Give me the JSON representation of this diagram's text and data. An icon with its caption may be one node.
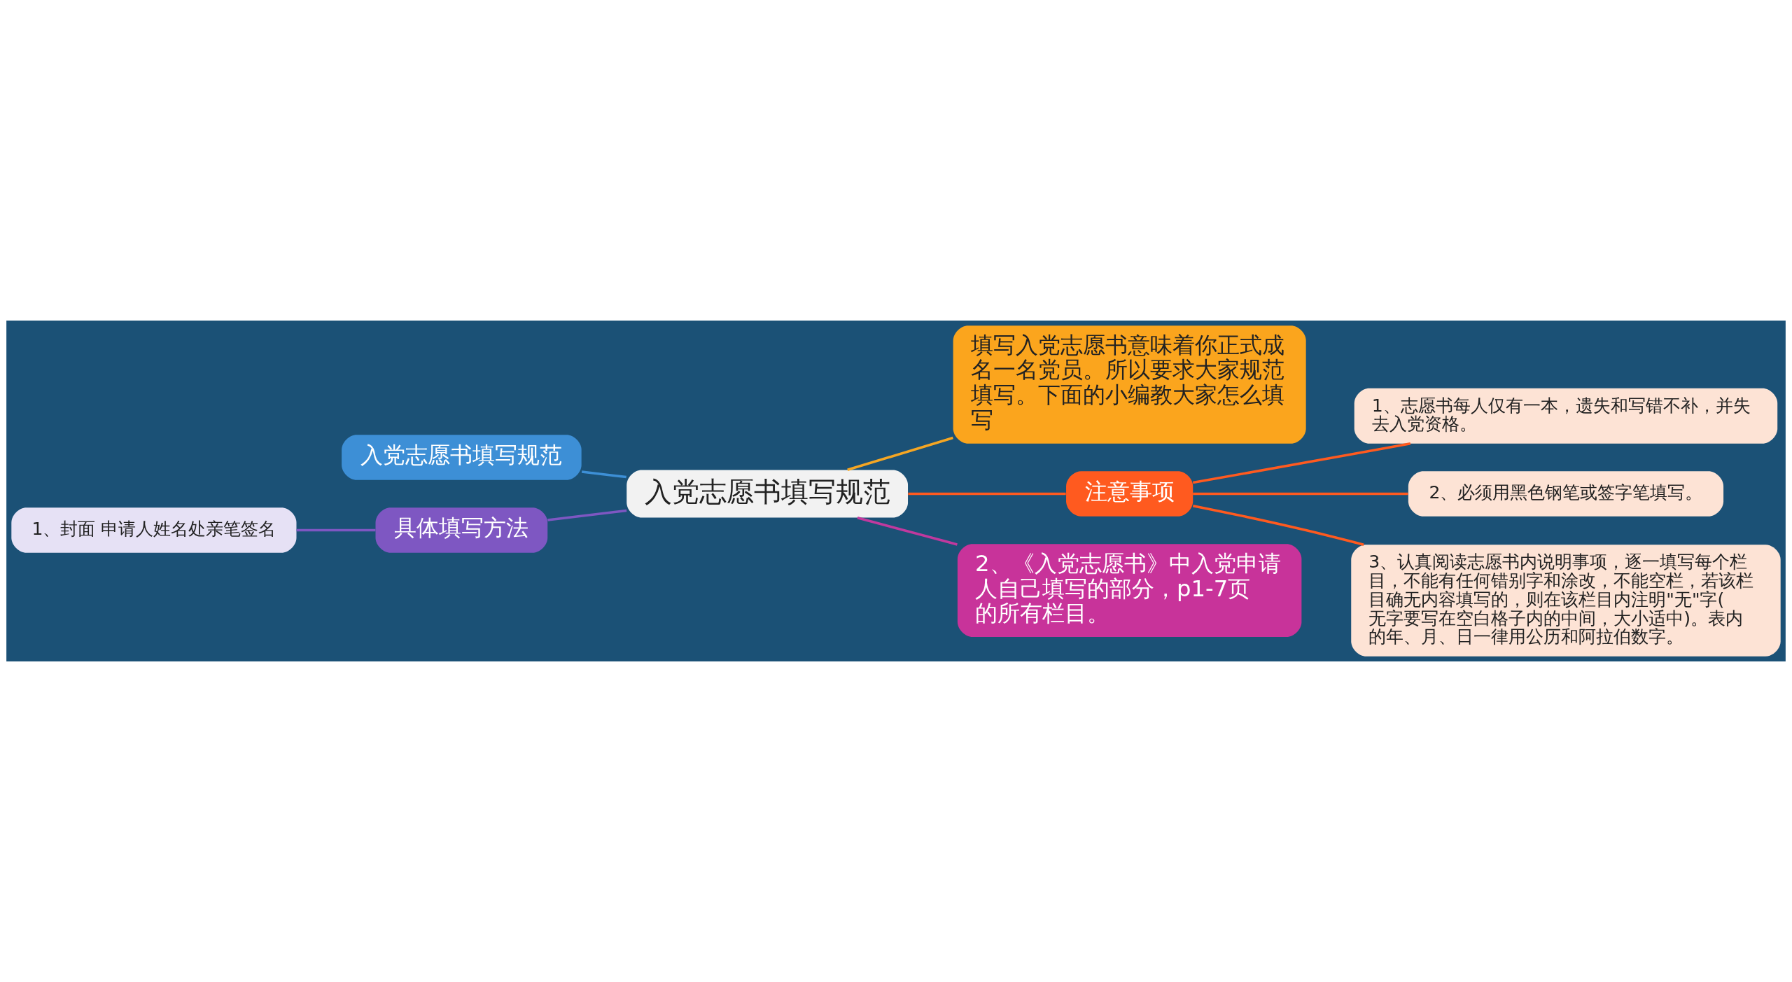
{
  "diagram": {
    "nodes": [
      {
        "text": [
          "入党志愿书填写规范"
        ]
      },
      {
        "text": [
          "入党志愿书填写规范"
        ]
      },
      {
        "text": [
          "具体填写方法"
        ]
      },
      {
        "text": [
          "1、封面 申请人姓名处亲笔签名"
        ]
      },
      {
        "text": [
          "填写入党志愿书意味着你正式成名一名党员。所以要求大家规范填写。下面的小编教大家怎么填写"
        ]
      },
      {
        "text": [
          "注意事项"
        ]
      },
      {
        "text": [
          "1、志愿书每人仅有一本，遗失和写错不补，并失去入党资格。"
        ]
      },
      {
        "text": [
          "2、必须用黑色钢笔或签字笔填写。"
        ]
      },
      {
        "text": [
          "3、认真阅读志愿书内说明事项，逐一填写每个栏目，不能有任何错别字和涂改，不能空栏，若该栏目确无内容填写的，则在该栏目内注明\"无\"字(无字要写在空白格子内的中间，大小适中)。表内的年、月、日一律用公历和阿拉伯数字。"
        ]
      },
      {
        "text": [
          "2、《入党志愿书》中入党申请人自己填写的部分，p1-7页的所有栏目。"
        ]
      }
    ],
    "edges": [
      {
        "from": 0,
        "to": 1,
        "arrow": "none",
        "color": "#3d8fd6"
      },
      {
        "from": 0,
        "to": 2,
        "arrow": "none",
        "color": "#7e57c2"
      },
      {
        "from": 2,
        "to": 3,
        "arrow": "none",
        "color": "#7e57c2"
      },
      {
        "from": 0,
        "to": 4,
        "arrow": "none",
        "color": "#f5a623"
      },
      {
        "from": 0,
        "to": 5,
        "arrow": "none",
        "color": "#ff5a1f"
      },
      {
        "from": 5,
        "to": 6,
        "arrow": "none",
        "color": "#ff5a1f"
      },
      {
        "from": 5,
        "to": 7,
        "arrow": "none",
        "color": "#ff5a1f"
      },
      {
        "from": 5,
        "to": 8,
        "arrow": "none",
        "color": "#ff5a1f"
      },
      {
        "from": 0,
        "to": 9,
        "arrow": "none",
        "color": "#c0399e"
      }
    ]
  }
}
